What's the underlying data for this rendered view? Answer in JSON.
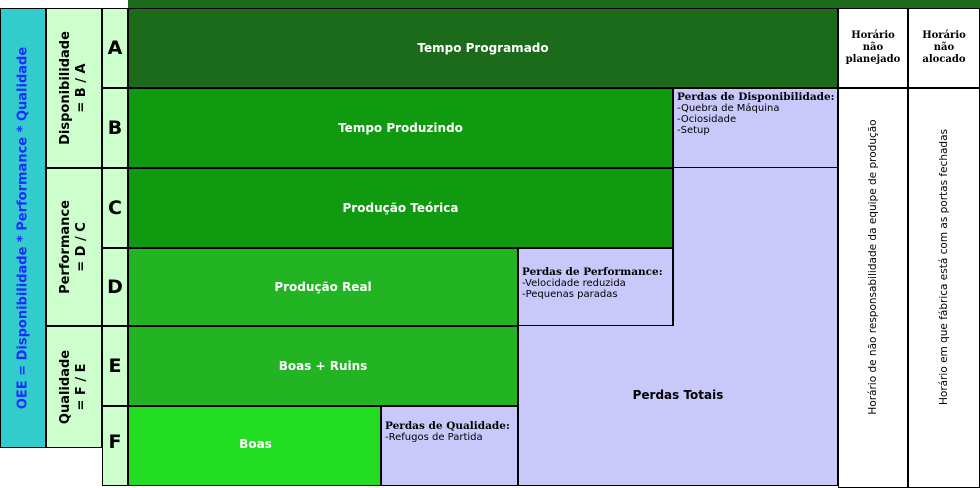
{
  "oee_formula": "OEE = Disponibilidade * Performance * Qualidade",
  "groups": {
    "disponibilidade": "Disponibilidade\n= B / A",
    "performance": "Performance\n= D / C",
    "qualidade": "Qualidade\n= F / E"
  },
  "letters": {
    "a": "A",
    "b": "B",
    "c": "C",
    "d": "D",
    "e": "E",
    "f": "F"
  },
  "bars": {
    "tempo_programado": "Tempo Programado",
    "tempo_produzindo": "Tempo Produzindo",
    "producao_teorica": "Produção Teórica",
    "producao_real": "Produção Real",
    "boas_ruins": "Boas + Ruins",
    "boas": "Boas"
  },
  "losses": {
    "disponibilidade": {
      "title": "Perdas de Disponibilidade:",
      "items": [
        "-Quebra de Máquina",
        "-Ociosidade",
        "-Setup"
      ]
    },
    "performance": {
      "title": "Perdas de Performance:",
      "items": [
        "-Velocidade reduzida",
        "-Pequenas paradas"
      ]
    },
    "qualidade": {
      "title": "Perdas de Qualidade:",
      "items": [
        "-Refugos de Partida"
      ]
    },
    "totais": "Perdas Totais"
  },
  "columns": {
    "nao_planejado": {
      "header": "Horário\nnão\nplanejado",
      "body": "Horário de não responsabilidade da equipe de produção"
    },
    "nao_alocado": {
      "header": "Horário\nnão\nalocado",
      "body": "Horário em que fábrica está com as portas fechadas"
    }
  },
  "colors": {
    "dark_green": "#1b6b1b",
    "mid_green": "#0f9a0f",
    "bright_green": "#22b422",
    "lime_green": "#22dd22",
    "loss_lilac": "#c9c8fa",
    "pale_green": "#ccffcc",
    "cyan": "#33cccc",
    "oee_blue": "#1a2cff"
  }
}
